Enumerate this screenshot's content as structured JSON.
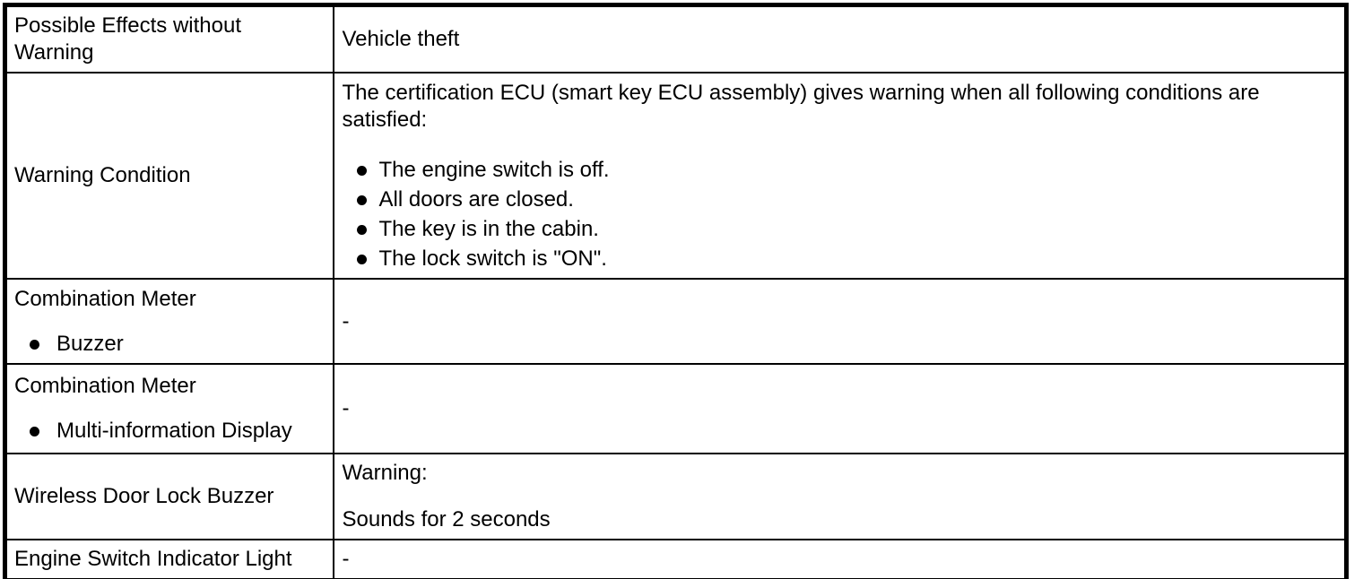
{
  "document": {
    "background_color": "#ffffff",
    "text_color": "#000000",
    "border_color": "#000000"
  },
  "table": {
    "rows": [
      {
        "label": "Possible Effects without Warning",
        "value": "Vehicle theft"
      },
      {
        "label": "Warning Condition",
        "intro": "The certification ECU (smart key ECU assembly) gives warning when all following conditions are satisfied:",
        "bullets": [
          "The engine switch is off.",
          "All doors are closed.",
          "The key is in the cabin.",
          "The lock switch is \"ON\"."
        ]
      },
      {
        "label": "Combination Meter",
        "label_bullet": "Buzzer",
        "value": "-"
      },
      {
        "label": "Combination Meter",
        "label_bullet": "Multi-information Display",
        "value": "-"
      },
      {
        "label": "Wireless Door Lock Buzzer",
        "value_title": "Warning:",
        "value_detail": "Sounds for 2 seconds"
      },
      {
        "label": "Engine Switch Indicator Light",
        "value": "-"
      }
    ]
  }
}
